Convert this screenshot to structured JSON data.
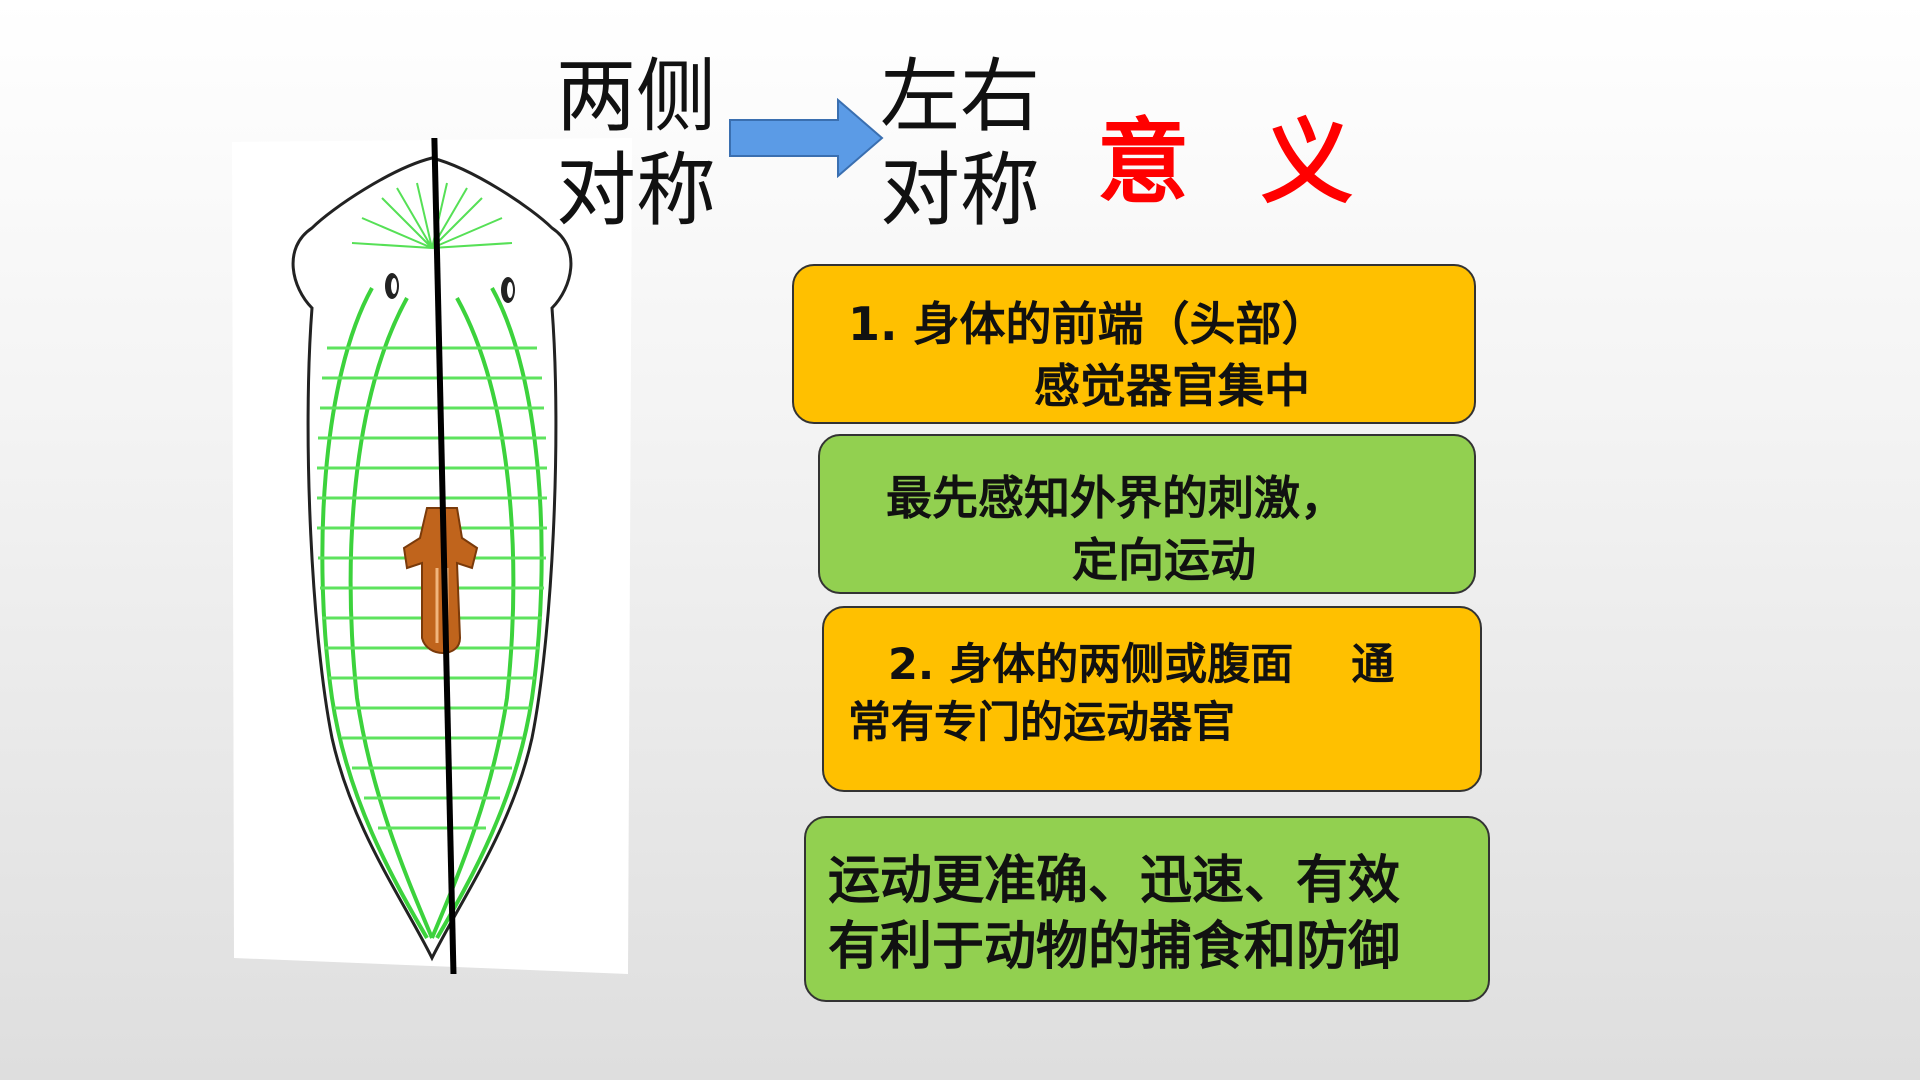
{
  "heading_left": [
    "两侧",
    "对称"
  ],
  "heading_right": [
    "左右",
    "对称"
  ],
  "meaning": "意 义",
  "boxes": [
    {
      "lines": [
        "1. 身体的前端（头部）",
        "感觉器官集中"
      ],
      "color": "#ffc000"
    },
    {
      "lines": [
        "最先感知外界的刺激，",
        "定向运动"
      ],
      "color": "#92d050"
    },
    {
      "lines": [
        "2. 身体的两侧或腹面　 通",
        "常有专门的运动器官"
      ],
      "color": "#ffc000"
    },
    {
      "lines": [
        "运动更准确、迅速、有效",
        "有利于动物的捕食和防御"
      ],
      "color": "#92d050"
    }
  ],
  "icons": [
    "arrow-right-icon",
    "planarian-illustration"
  ]
}
